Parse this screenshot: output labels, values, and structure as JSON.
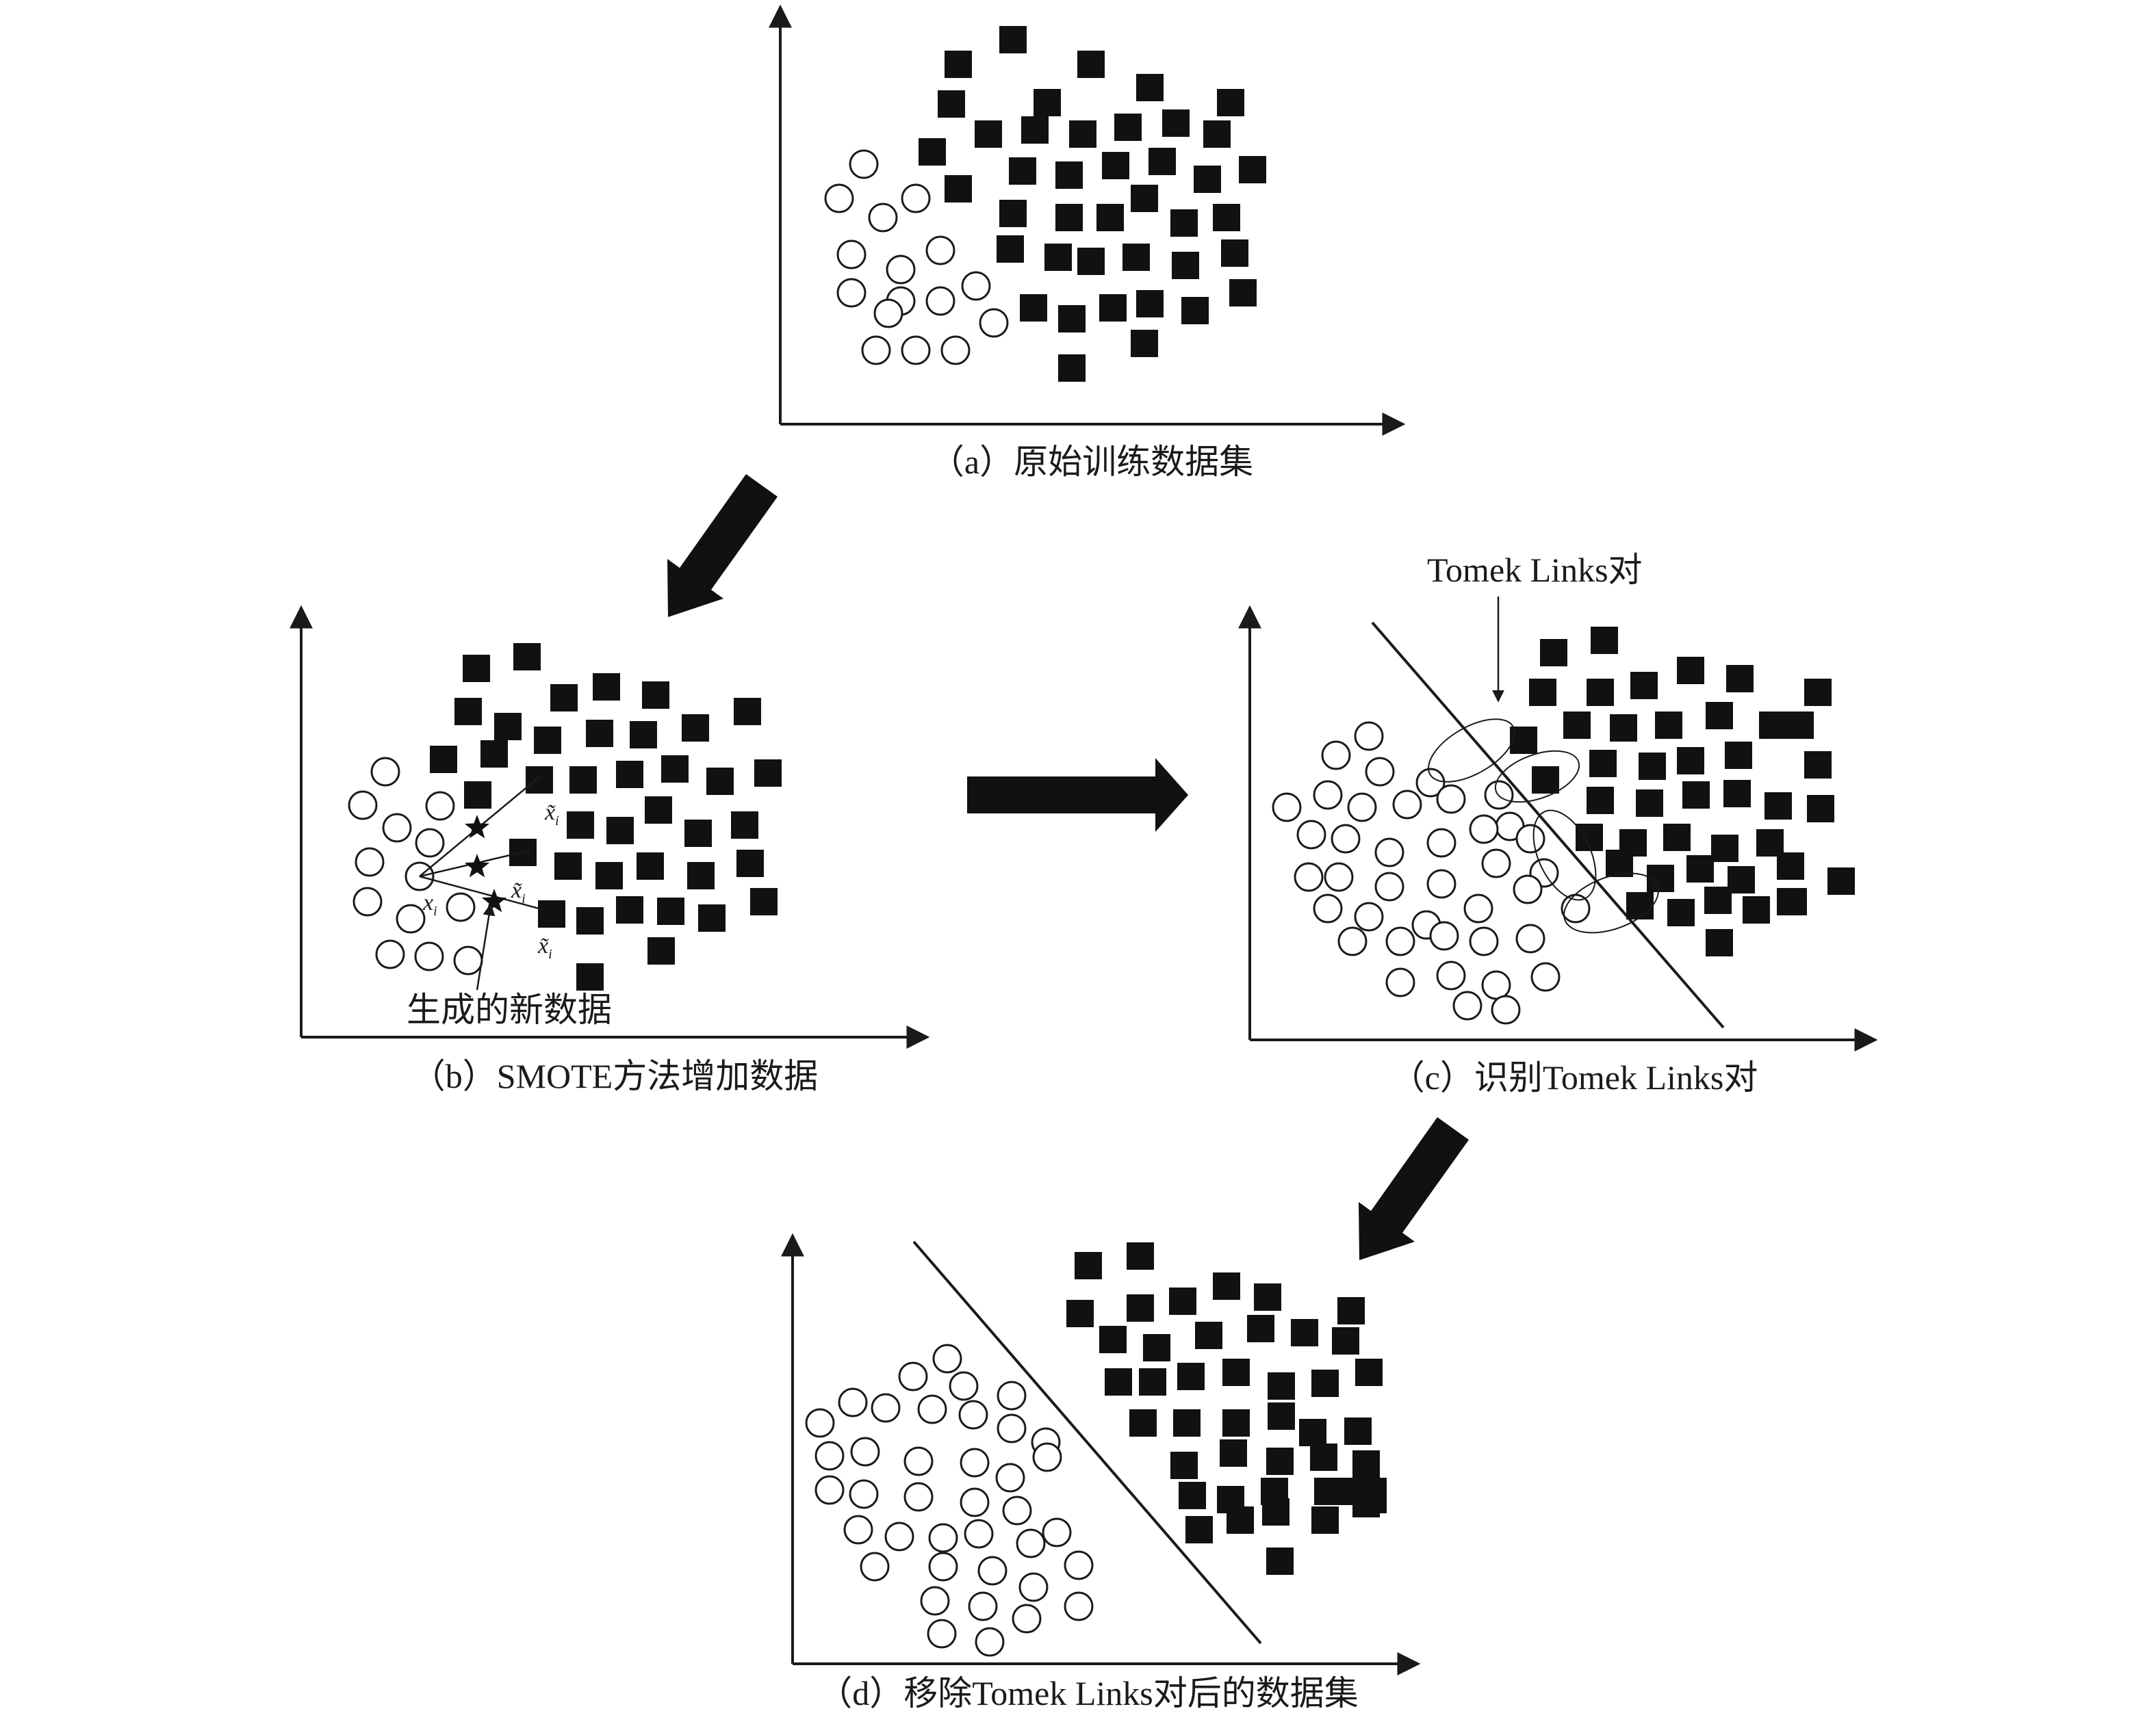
{
  "colors": {
    "ink": "#1a1a1a",
    "fill": "#111111",
    "background": "#ffffff"
  },
  "icons": [
    "arrow-down-left-icon",
    "arrow-right-icon",
    "star-icon"
  ],
  "panels": {
    "a": {
      "caption": "（a）原始训练数据集"
    },
    "b": {
      "caption": "（b）SMOTE方法增加数据",
      "annotation": "生成的新数据",
      "point_label": "x",
      "point_subscript": "i",
      "new_point_label": "x̃",
      "new_point_subscript": "i"
    },
    "c": {
      "caption": "（c）识别Tomek Links对",
      "annotation": "Tomek Links对"
    },
    "d": {
      "caption": "（d）移除Tomek Links对后的数据集"
    }
  }
}
